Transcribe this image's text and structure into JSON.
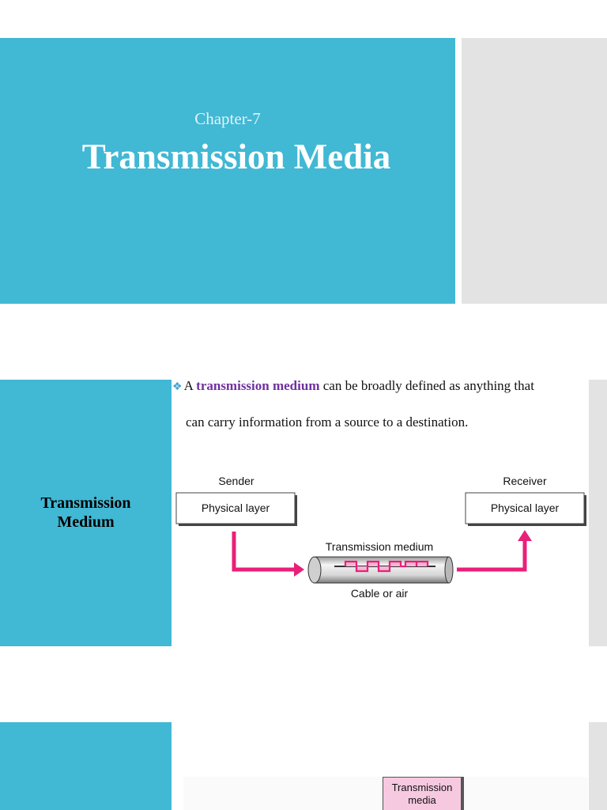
{
  "slide1": {
    "chapter": "Chapter-7",
    "title": "Transmission Media"
  },
  "slide2": {
    "heading_line1": "Transmission",
    "heading_line2": "Medium",
    "bullet_prefix": "A",
    "bullet_highlight": "transmission medium",
    "bullet_rest_line1": "can be broadly defined as anything that",
    "bullet_line2": "can carry information from a source to a destination.",
    "diagram": {
      "sender_label": "Sender",
      "sender_box": "Physical layer",
      "receiver_label": "Receiver",
      "receiver_box": "Physical layer",
      "medium_label": "Transmission medium",
      "medium_caption": "Cable or air"
    }
  },
  "slide3": {
    "box_line1": "Transmission",
    "box_line2": "media"
  },
  "colors": {
    "teal": "#41b8d4",
    "grey_panel": "#e3e3e3",
    "highlight_purple": "#7030a0",
    "arrow_pink": "#e8207a",
    "box_pink": "#f6c9e0"
  }
}
